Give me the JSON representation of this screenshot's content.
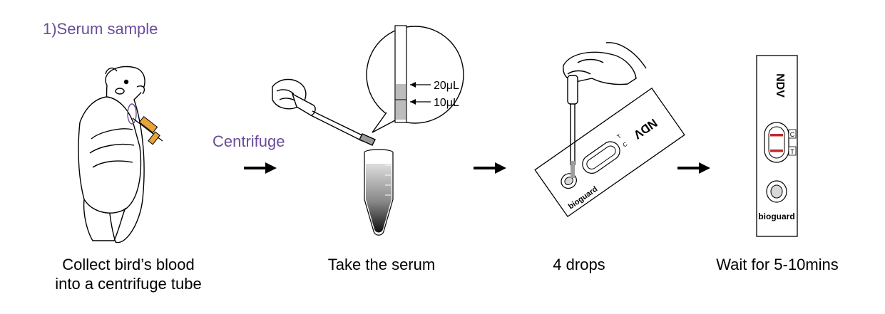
{
  "title": "1)Serum sample",
  "centrifuge_label": "Centrifuge",
  "steps": [
    {
      "caption_line1": "Collect bird’s blood",
      "caption_line2": "into a centrifuge tube"
    },
    {
      "caption_line1": "Take the serum"
    },
    {
      "caption_line1": "4 drops"
    },
    {
      "caption_line1": "Wait for 5-10mins"
    }
  ],
  "volume_marks": [
    "20μL",
    "10μL"
  ],
  "test_kit": {
    "name": "NDV",
    "brand": "bioguard",
    "control_label": "C",
    "test_label": "T"
  },
  "colors": {
    "accent": "#6b4c9a",
    "result_line": "#c0272d",
    "syringe": "#e8a33a"
  }
}
